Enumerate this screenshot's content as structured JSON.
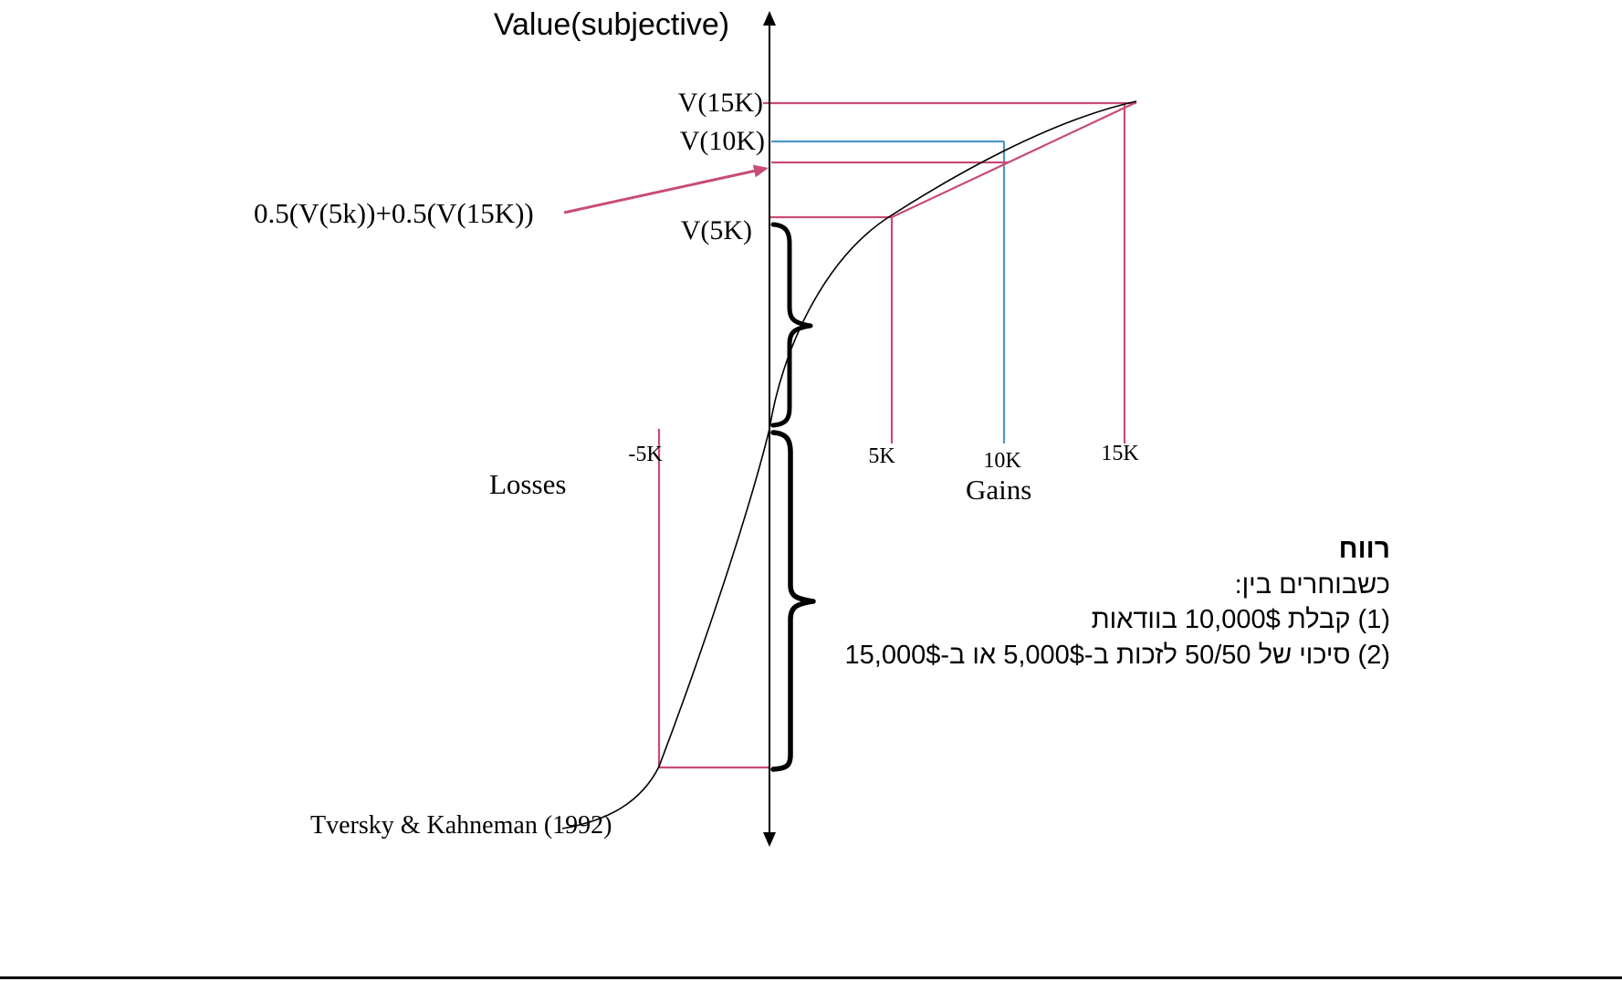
{
  "colors": {
    "pink": "#c84b78",
    "blue": "#4a96c9",
    "black": "#000000",
    "background": "#ffffff"
  },
  "axis": {
    "title": "Value(subjective)",
    "losses_label": "Losses",
    "gains_label": "Gains"
  },
  "y_labels": {
    "v15k": "V(15K)",
    "v10k": "V(10K)",
    "v5k": "V(5K)"
  },
  "x_ticks": {
    "minus5k": "-5K",
    "t5k": "5K",
    "t10k": "10K",
    "t15k": "15K"
  },
  "annotations": {
    "expected_value": "0.5(V(5k))+0.5(V(15K))",
    "citation": "Tversky & Kahneman (1992)"
  },
  "hebrew": {
    "title": "רווח",
    "line1": "כשבוחרים בין:",
    "line2": "(1) קבלת 10,000$ בוודאות",
    "line3": "(2) סיכוי של 50/50 לזכות ב-5,000$ או ב-15,000$"
  },
  "chart_data": {
    "type": "line",
    "ylabel": "Value(subjective)",
    "x_axis_regions": [
      "Losses",
      "Gains"
    ],
    "x_ticks": [
      "-5K",
      "5K",
      "10K",
      "15K"
    ],
    "marked_values": [
      "V(5K)",
      "V(10K)",
      "V(15K)",
      "0.5(V(5k))+0.5(V(15K))"
    ],
    "citation": "Tversky & Kahneman (1992)"
  }
}
